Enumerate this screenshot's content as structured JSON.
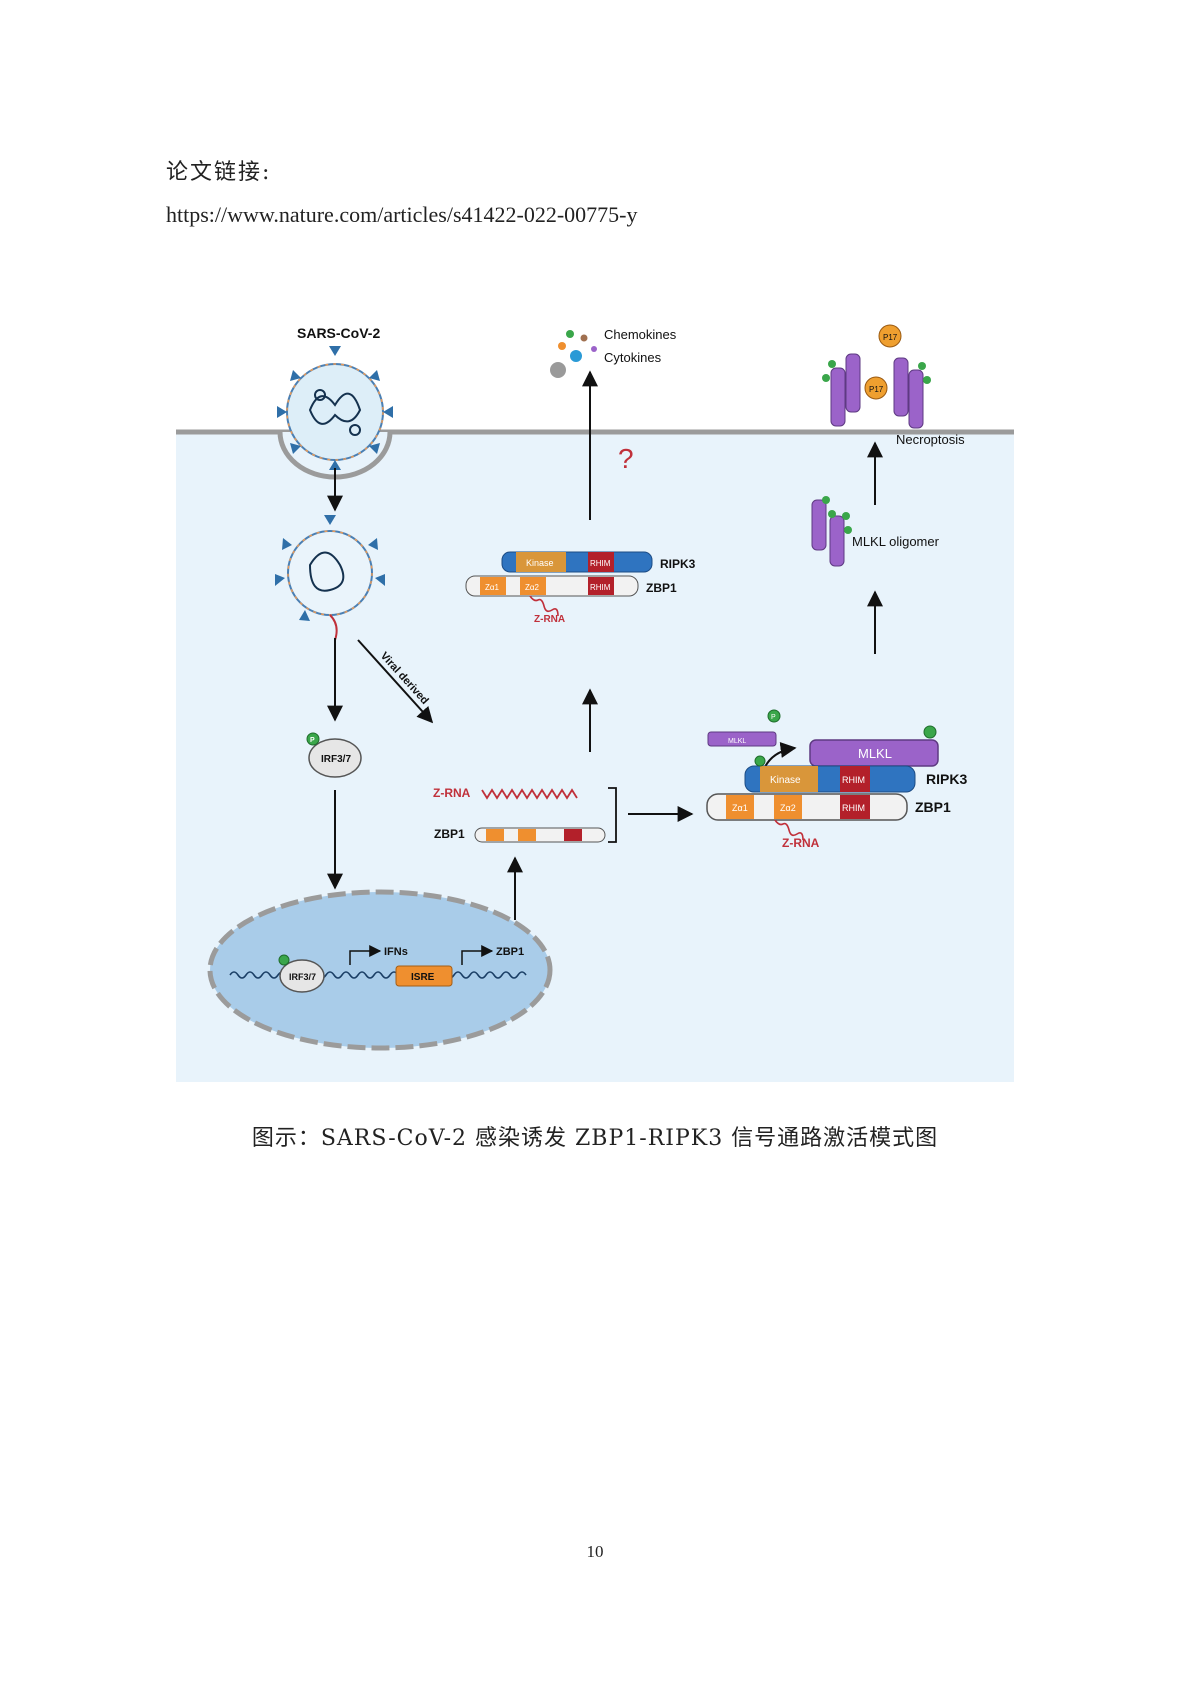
{
  "page": {
    "link_label": "论文链接:",
    "link_url": "https://www.nature.com/articles/s41422-022-00775-y",
    "caption": "图示：SARS-CoV-2 感染诱发 ZBP1-RIPK3 信号通路激活模式图",
    "page_number": "10"
  },
  "figure": {
    "virus_label": "SARS-CoV-2",
    "chemokines": "Chemokines",
    "cytokines": "Cytokines",
    "question_mark": "?",
    "necroptosis": "Necroptosis",
    "mlkl_oligomer": "MLKL oligomer",
    "viral_derived": "Viral derived",
    "irf": "IRF3/7",
    "ifns": "IFNs",
    "zbp1_gene": "ZBP1",
    "isre": "ISRE",
    "z_rna": "Z-RNA",
    "zbp1": "ZBP1",
    "ripk3": "RIPK3",
    "kinase": "Kinase",
    "rhim": "RHIM",
    "za1": "Zα1",
    "za2": "Zα2",
    "mlkl": "MLKL",
    "p": "P",
    "p17": "P17"
  },
  "colors": {
    "cell_fill": "#e8f3fb",
    "membrane": "#9b9b9b",
    "nucleus": "#a9cce9",
    "kinase": "#d9963a",
    "ripk3_blue": "#2f74c0",
    "rhim": "#b3202a",
    "za": "#ef8f2f",
    "mlkl": "#9b63c9",
    "z_rna": "#c0303a",
    "phospho": "#3aa64a"
  }
}
